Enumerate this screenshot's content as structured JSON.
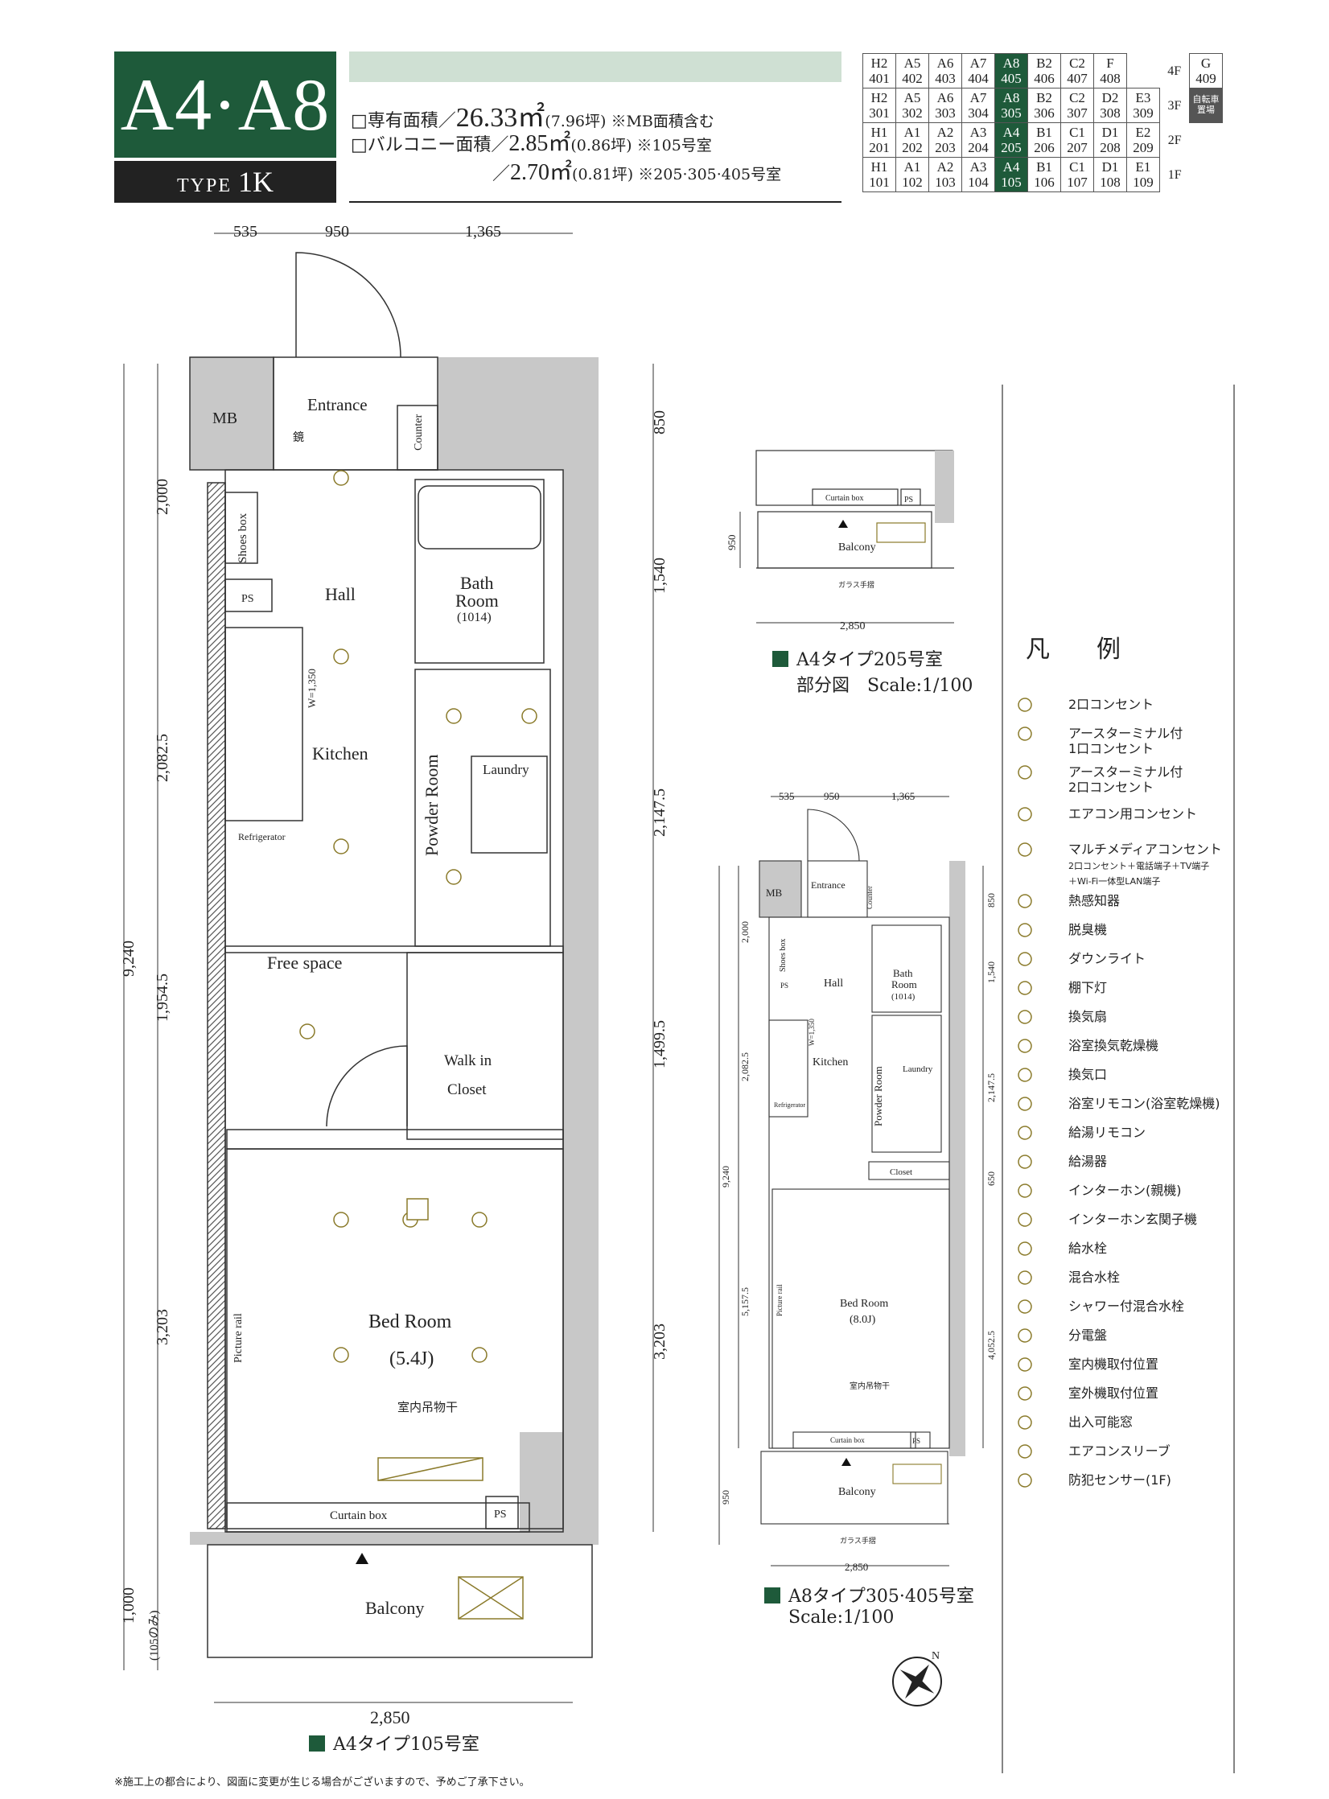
{
  "header": {
    "plan_name": "A4·A8",
    "type_prefix": "TYPE",
    "type_name": "1K",
    "area_label": "□専有面積／",
    "area_value": "26.33㎡",
    "area_note": "(7.96坪) ※MB面積含む",
    "balcony_label": "□バルコニー面積／",
    "balcony_value_1": "2.85㎡",
    "balcony_note_1": "(0.86坪) ※105号室",
    "balcony_prefix_2": "／",
    "balcony_value_2": "2.70㎡",
    "balcony_note_2": "(0.81坪) ※205·305·405号室"
  },
  "unit_table": {
    "floors": [
      "4F",
      "3F",
      "2F",
      "1F"
    ],
    "rows": [
      [
        [
          "H2",
          "401"
        ],
        [
          "A5",
          "402"
        ],
        [
          "A6",
          "403"
        ],
        [
          "A7",
          "404"
        ],
        [
          "A8",
          "405"
        ],
        [
          "B2",
          "406"
        ],
        [
          "C2",
          "407"
        ],
        [
          "F",
          "408"
        ]
      ],
      [
        [
          "H2",
          "301"
        ],
        [
          "A5",
          "302"
        ],
        [
          "A6",
          "303"
        ],
        [
          "A7",
          "304"
        ],
        [
          "A8",
          "305"
        ],
        [
          "B2",
          "306"
        ],
        [
          "C2",
          "307"
        ],
        [
          "D2",
          "308"
        ],
        [
          "E3",
          "309"
        ]
      ],
      [
        [
          "H1",
          "201"
        ],
        [
          "A1",
          "202"
        ],
        [
          "A2",
          "203"
        ],
        [
          "A3",
          "204"
        ],
        [
          "A4",
          "205"
        ],
        [
          "B1",
          "206"
        ],
        [
          "C1",
          "207"
        ],
        [
          "D1",
          "208"
        ],
        [
          "E2",
          "209"
        ]
      ],
      [
        [
          "H1",
          "101"
        ],
        [
          "A1",
          "102"
        ],
        [
          "A2",
          "103"
        ],
        [
          "A3",
          "104"
        ],
        [
          "A4",
          "105"
        ],
        [
          "B1",
          "106"
        ],
        [
          "C1",
          "107"
        ],
        [
          "D1",
          "108"
        ],
        [
          "E1",
          "109"
        ]
      ]
    ],
    "extra_4f": [
      "G",
      "409"
    ],
    "extra_3f": "自転車置場"
  },
  "main_plan": {
    "dims_top": [
      "535",
      "950",
      "1,365"
    ],
    "dims_left": [
      "9,240",
      "2,000",
      "2,082.5",
      "1,954.5",
      "3,203",
      "1,000"
    ],
    "dim_left_note": "(105のみ)",
    "dims_right": [
      "850",
      "1,540",
      "2,147.5",
      "1,499.5",
      "3,203"
    ],
    "dim_bottom": "2,850",
    "rooms": {
      "mb": "MB",
      "entrance": "Entrance",
      "mirror": "鏡",
      "counter": "Counter",
      "shoes_box": "Shoes box",
      "ps": "PS",
      "hall": "Hall",
      "bath_room": "Bath",
      "bath_room_2": "Room",
      "bath_size": "(1014)",
      "kitchen": "Kitchen",
      "kitchen_width": "W=1,350",
      "powder_room": "Powder Room",
      "laundry": "Laundry",
      "refrigerator": "Refrigerator",
      "free_space": "Free space",
      "walk_in": "Walk in",
      "closet": "Closet",
      "bed_room": "Bed Room",
      "bed_size": "(5.4J)",
      "indoor_dry": "室内吊物干",
      "picture_rail": "Picture rail",
      "curtain_box": "Curtain box",
      "ps_2": "PS",
      "balcony": "Balcony"
    },
    "caption": "A4タイプ105号室"
  },
  "partial_plan": {
    "dim_950": "950",
    "dim_2850": "2,850",
    "curtain_box": "Curtain box",
    "ps": "PS",
    "balcony": "Balcony",
    "glass_rail": "ガラス手摺",
    "caption_1": "A4タイプ205号室",
    "caption_2": "部分図",
    "scale": "Scale:1/100"
  },
  "small_plan": {
    "dims_top": [
      "535",
      "950",
      "1,365"
    ],
    "dims_left": [
      "9,240",
      "2,000",
      "2,082.5",
      "5,157.5",
      "950"
    ],
    "dims_right": [
      "850",
      "1,540",
      "2,147.5",
      "650",
      "4,052.5"
    ],
    "dim_bottom": "2,850",
    "rooms": {
      "mb": "MB",
      "entrance": "Entrance",
      "counter": "Counter",
      "shoes_box": "Shoes box",
      "ps": "PS",
      "hall": "Hall",
      "bath": "Bath",
      "room": "Room",
      "bath_size": "(1014)",
      "kitchen": "Kitchen",
      "kitchen_width": "W=1,350",
      "powder_room": "Powder Room",
      "laundry": "Laundry",
      "refrigerator": "Refrigerator",
      "closet": "Closet",
      "bed_room": "Bed Room",
      "bed_size": "(8.0J)",
      "indoor_dry": "室内吊物干",
      "picture_rail": "Picture rail",
      "curtain_box": "Curtain box",
      "ps_2": "PS",
      "balcony": "Balcony",
      "glass_rail": "ガラス手摺"
    },
    "caption": "A8タイプ305·405号室",
    "scale": "Scale:1/100"
  },
  "legend": {
    "title": "凡　例",
    "items": [
      {
        "icon": "outlet-2-icon",
        "text": "2口コンセント"
      },
      {
        "icon": "outlet-earth-1-icon",
        "text": "アースターミナル付",
        "text2": "1口コンセント"
      },
      {
        "icon": "outlet-earth-2-icon",
        "text": "アースターミナル付",
        "text2": "2口コンセント"
      },
      {
        "icon": "aircon-outlet-icon",
        "text": "エアコン用コンセント"
      },
      {
        "icon": "multimedia-outlet-icon",
        "text": "マルチメディアコンセント",
        "sub1": "2口コンセント＋電話端子＋TV端子",
        "sub2": "＋Wi-Fi一体型LAN端子"
      },
      {
        "icon": "heat-detector-icon",
        "text": "熱感知器"
      },
      {
        "icon": "deodorizer-icon",
        "text": "脱臭機"
      },
      {
        "icon": "downlight-icon",
        "text": "ダウンライト"
      },
      {
        "icon": "shelf-light-icon",
        "text": "棚下灯"
      },
      {
        "icon": "ventilation-fan-icon",
        "text": "換気扇"
      },
      {
        "icon": "bath-dryer-icon",
        "text": "浴室換気乾燥機"
      },
      {
        "icon": "air-vent-icon",
        "text": "換気口"
      },
      {
        "icon": "bath-remote-icon",
        "text": "浴室リモコン(浴室乾燥機)"
      },
      {
        "icon": "water-heater-remote-icon",
        "text": "給湯リモコン"
      },
      {
        "icon": "water-heater-icon",
        "text": "給湯器"
      },
      {
        "icon": "intercom-master-icon",
        "text": "インターホン(親機)"
      },
      {
        "icon": "intercom-entrance-icon",
        "text": "インターホン玄関子機"
      },
      {
        "icon": "water-faucet-icon",
        "text": "給水栓"
      },
      {
        "icon": "mixing-faucet-icon",
        "text": "混合水栓"
      },
      {
        "icon": "shower-faucet-icon",
        "text": "シャワー付混合水栓"
      },
      {
        "icon": "distribution-board-icon",
        "text": "分電盤"
      },
      {
        "icon": "indoor-unit-icon",
        "text": "室内機取付位置"
      },
      {
        "icon": "outdoor-unit-icon",
        "text": "室外機取付位置"
      },
      {
        "icon": "exit-window-icon",
        "text": "出入可能窓"
      },
      {
        "icon": "aircon-sleeve-icon",
        "text": "エアコンスリーブ"
      },
      {
        "icon": "security-sensor-icon",
        "text": "防犯センサー(1F)"
      }
    ]
  },
  "compass": {
    "north": "N"
  },
  "footnote": "※施工上の都合により、図面に変更が生じる場合がございますので、予めご了承下さい。",
  "colors": {
    "brand_green": "#1e5a3a",
    "wall_gray": "#c8c8c8",
    "symbol_olive": "#8a7a2a"
  }
}
